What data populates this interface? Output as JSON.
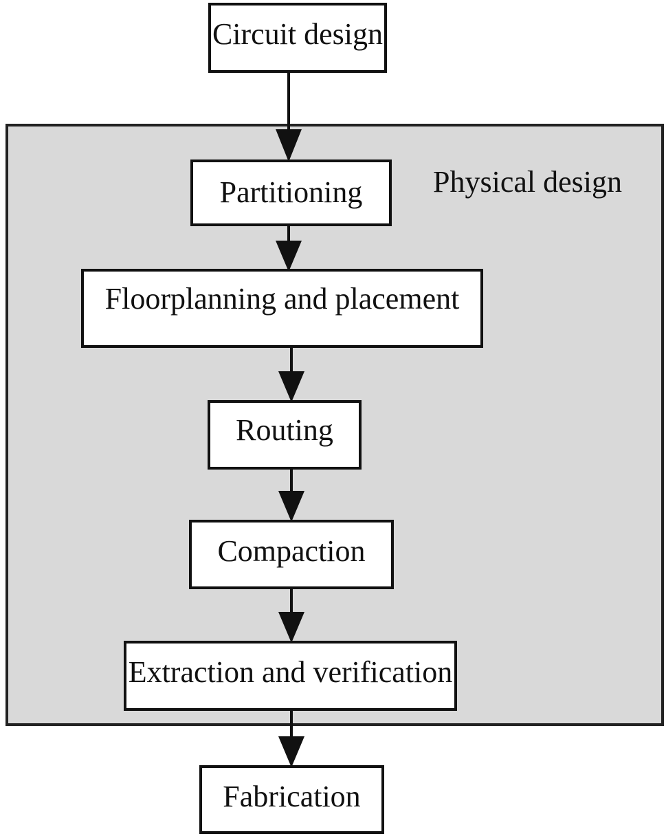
{
  "diagram": {
    "group_label": "Physical design",
    "nodes": {
      "circuit_design": "Circuit design",
      "partitioning": "Partitioning",
      "floorplanning": "Floorplanning and placement",
      "routing": "Routing",
      "compaction": "Compaction",
      "extraction": "Extraction and verification",
      "fabrication": "Fabrication"
    },
    "edges": [
      [
        "circuit_design",
        "partitioning"
      ],
      [
        "partitioning",
        "floorplanning"
      ],
      [
        "floorplanning",
        "routing"
      ],
      [
        "routing",
        "compaction"
      ],
      [
        "compaction",
        "extraction"
      ],
      [
        "extraction",
        "fabrication"
      ]
    ]
  }
}
